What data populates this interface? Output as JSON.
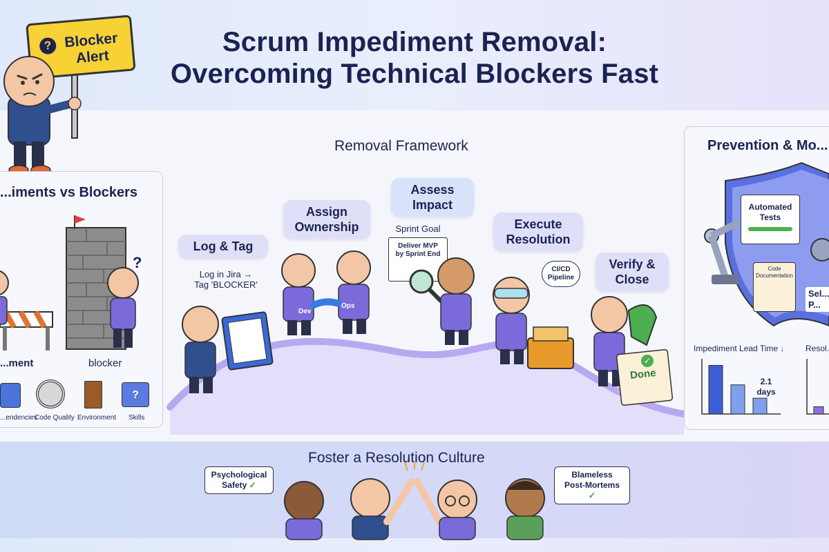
{
  "title_line1": "Scrum Impediment Removal:",
  "title_line2": "Overcoming Technical Blockers Fast",
  "sign": {
    "line1": "Blocker",
    "line2": "Alert",
    "icon": "question-icon"
  },
  "left_panel": {
    "title": "...iments vs Blockers",
    "label_left": "...ment",
    "label_right": "blocker",
    "question_mark": "?",
    "categories": [
      "...endencies",
      "Code Quality",
      "Environment",
      "Skills"
    ]
  },
  "framework": {
    "title": "Removal Framework",
    "steps": [
      {
        "label_line1": "Log & Tag",
        "label_line2": ""
      },
      {
        "label_line1": "Assign",
        "label_line2": "Ownership"
      },
      {
        "label_line1": "Assess",
        "label_line2": "Impact"
      },
      {
        "label_line1": "Execute",
        "label_line2": "Resolution"
      },
      {
        "label_line1": "Verify &",
        "label_line2": "Close"
      }
    ],
    "log_note_line1": "Log in Jira →",
    "log_note_line2": "Tag 'BLOCKER'",
    "sprint_goal": "Sprint Goal",
    "sprint_card_line1": "Deliver MVP",
    "sprint_card_line2": "by Sprint End",
    "handshake_left": "Dev",
    "handshake_right": "Ops",
    "cicd_line1": "CI/CD",
    "cicd_line2": "Pipeline",
    "done": "Done"
  },
  "right_panel": {
    "title": "Prevention & Mo...",
    "automated_tests_line1": "Automated",
    "automated_tests_line2": "Tests",
    "code_doc_line1": "Code",
    "code_doc_line2": "Documentation",
    "self_label_line1": "Sel...",
    "self_label_line2": "P...",
    "chart1_title": "Impediment Lead Time",
    "chart1_annotation_line1": "2.1",
    "chart1_annotation_line2": "days",
    "chart2_title": "Resol..."
  },
  "chart_data": [
    {
      "type": "bar",
      "title": "Impediment Lead Time",
      "values": [
        4.0,
        2.4,
        1.3
      ],
      "annotation": "2.1 days",
      "trend": "down",
      "color": "#3b5fd6"
    },
    {
      "type": "bar",
      "title": "Resol...",
      "values": [
        0.6
      ],
      "color": "#8f6fe0"
    }
  ],
  "culture": {
    "title": "Foster a Resolution Culture",
    "bubble_left_line1": "Psychological",
    "bubble_left_line2": "Safety",
    "bubble_right_line1": "Blameless",
    "bubble_right_line2": "Post-Mortems",
    "check": "✓"
  },
  "colors": {
    "accent_purple": "#7b6ad9",
    "navy": "#1b2352",
    "sign_yellow": "#f6d235",
    "shield_blue": "#5a6fe0"
  }
}
